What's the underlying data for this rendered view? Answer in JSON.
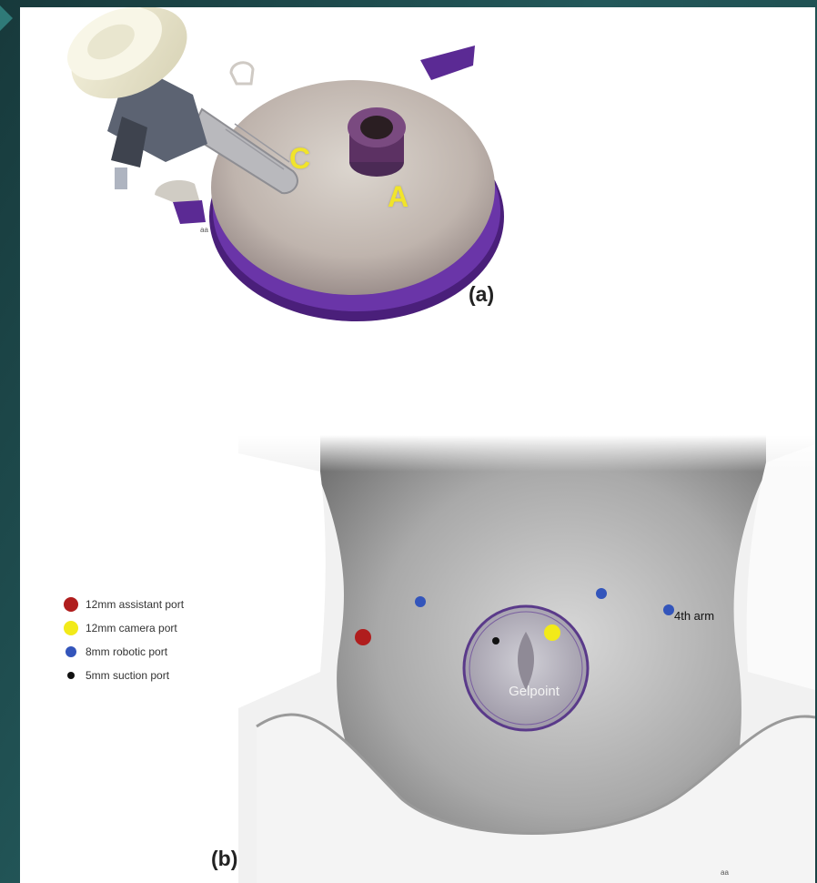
{
  "panel_a": {
    "label": "(a)",
    "letter_c": "C",
    "letter_a": "A",
    "copyright_mark": "aa"
  },
  "panel_b": {
    "label": "(b)",
    "gelpoint_label": "Gelpoint",
    "fourth_arm_label": "4th arm",
    "copyright_mark": "aa",
    "legend": [
      {
        "label": "12mm assistant port",
        "color": "#b01d1d"
      },
      {
        "label": "12mm camera port",
        "color": "#f2ea19"
      },
      {
        "label": "8mm robotic port",
        "color": "#3355bb"
      },
      {
        "label": "5mm suction port",
        "color": "#111111"
      }
    ]
  }
}
